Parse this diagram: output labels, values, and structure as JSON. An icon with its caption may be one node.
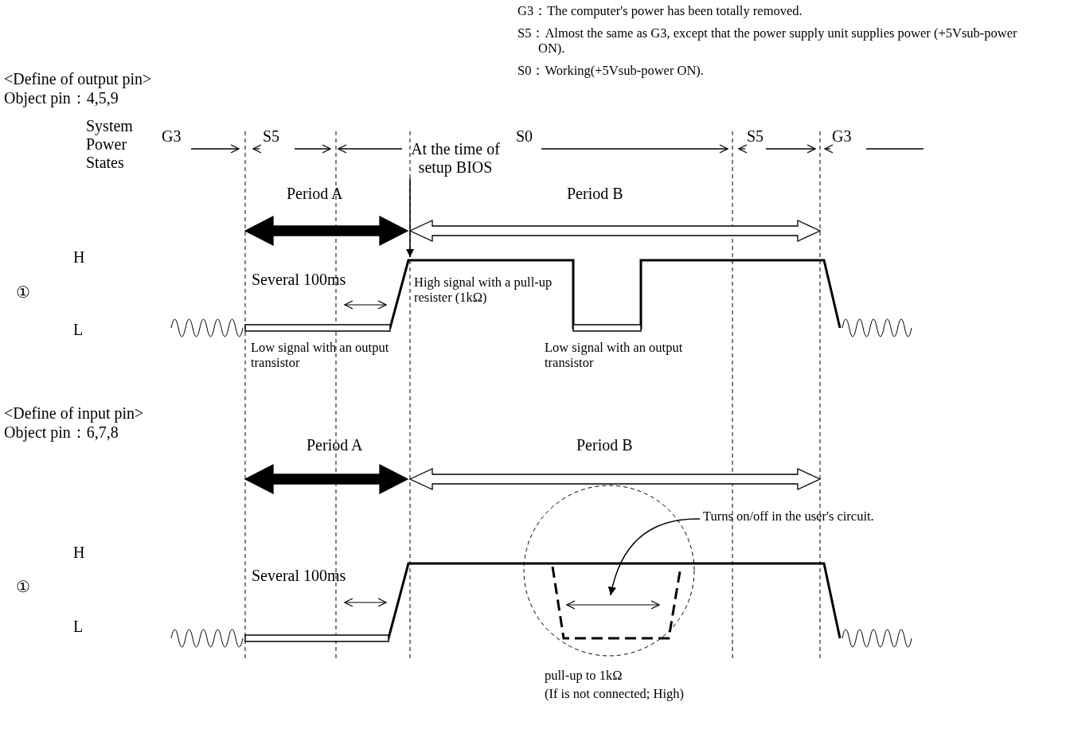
{
  "diagram": {
    "nodes": [
      {
        "text": [
          "At the time of setup BIOS"
        ]
      },
      {
        "text": [
          "Turns on/off in the user's circuit."
        ]
      }
    ],
    "edges": [
      {
        "from": 0,
        "to": null,
        "arrow": "to"
      },
      {
        "from": 1,
        "to": null,
        "arrow": "to"
      }
    ],
    "labels": [
      "G3：The computer's power has been totally removed.",
      "S5：Almost the same as G3, except that the power supply unit supplies power (+5Vsub-power ON).",
      "S0：Working(+5Vsub-power ON).",
      "<Define of output pin>",
      "Object pin：4,5,9",
      "System Power States",
      "G3",
      "S5",
      "S0",
      "S5",
      "G3",
      "Period A",
      "Period B",
      "H",
      "①",
      "L",
      "Several 100ms",
      "High signal with a pull-up resister (1kΩ)",
      "Low signal with an output transistor",
      "Low signal with an output transistor",
      "<Define of input pin>",
      "Object pin：6,7,8",
      "Period A",
      "Period B",
      "H",
      "①",
      "L",
      "Several 100ms",
      "pull-up to 1kΩ",
      "(If is not connected; High)"
    ]
  }
}
